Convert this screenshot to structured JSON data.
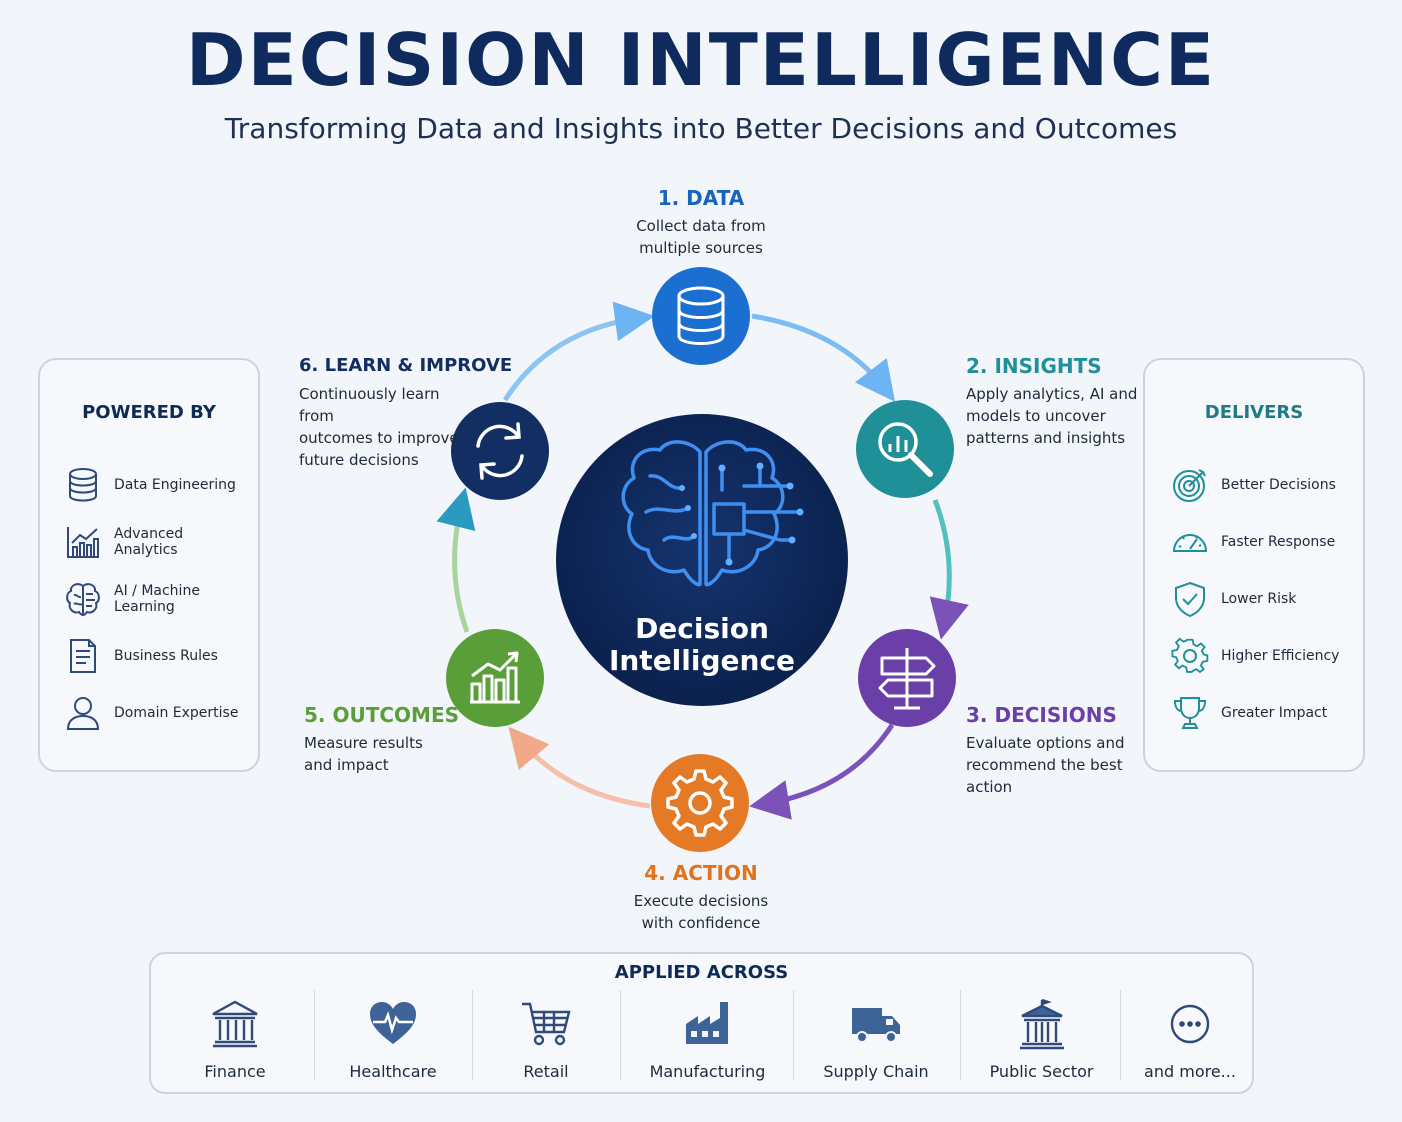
{
  "title": "DECISION INTELLIGENCE",
  "subtitle": "Transforming Data and Insights into Better Decisions and Outcomes",
  "center": {
    "line1": "Decision",
    "line2": "Intelligence"
  },
  "steps": [
    {
      "head": "1. DATA",
      "desc": [
        "Collect data from",
        "multiple sources"
      ],
      "color": "#1565c0",
      "icon": "database-icon"
    },
    {
      "head": "2. INSIGHTS",
      "desc": [
        "Apply analytics, AI and",
        "models to uncover",
        "patterns and insights"
      ],
      "color": "#1f8f98",
      "icon": "magnifier-chart-icon"
    },
    {
      "head": "3. DECISIONS",
      "desc": [
        "Evaluate options and",
        "recommend the best",
        "action"
      ],
      "color": "#6a3fa8",
      "icon": "signpost-icon"
    },
    {
      "head": "4. ACTION",
      "desc": [
        "Execute decisions",
        "with confidence"
      ],
      "color": "#e2731e",
      "icon": "gear-icon"
    },
    {
      "head": "5. OUTCOMES",
      "desc": [
        "Measure results",
        "and impact"
      ],
      "color": "#5a9e3a",
      "icon": "growth-chart-icon"
    },
    {
      "head": "6. LEARN & IMPROVE",
      "desc": [
        "Continuously learn from",
        "outcomes to improve",
        "future decisions"
      ],
      "color": "#132e63",
      "icon": "refresh-icon"
    }
  ],
  "powered_by": {
    "title": "POWERED BY",
    "items": [
      {
        "label": "Data Engineering",
        "icon": "database-icon"
      },
      {
        "label": "Advanced Analytics",
        "icon": "analytics-chart-icon"
      },
      {
        "label": "AI / Machine Learning",
        "icon": "brain-icon"
      },
      {
        "label": "Business Rules",
        "icon": "document-icon"
      },
      {
        "label": "Domain Expertise",
        "icon": "person-icon"
      }
    ]
  },
  "delivers": {
    "title": "DELIVERS",
    "items": [
      {
        "label": "Better Decisions",
        "icon": "target-icon"
      },
      {
        "label": "Faster Response",
        "icon": "speedometer-icon"
      },
      {
        "label": "Lower Risk",
        "icon": "shield-check-icon"
      },
      {
        "label": "Higher Efficiency",
        "icon": "gear-icon"
      },
      {
        "label": "Greater Impact",
        "icon": "trophy-icon"
      }
    ]
  },
  "applied_across": {
    "title": "APPLIED ACROSS",
    "items": [
      {
        "label": "Finance",
        "icon": "bank-icon"
      },
      {
        "label": "Healthcare",
        "icon": "heart-pulse-icon"
      },
      {
        "label": "Retail",
        "icon": "cart-icon"
      },
      {
        "label": "Manufacturing",
        "icon": "factory-icon"
      },
      {
        "label": "Supply Chain",
        "icon": "truck-icon"
      },
      {
        "label": "Public Sector",
        "icon": "government-building-icon"
      },
      {
        "label": "and more...",
        "icon": "more-icon"
      }
    ]
  },
  "colors": {
    "navy": "#0f2a5c",
    "data_blue": "#1a6fd0",
    "insights_teal": "#1f8f98",
    "decisions_purple": "#6a3fa8",
    "action_orange": "#e57a26",
    "outcomes_green": "#5a9e3a",
    "learn_navy": "#132e63",
    "icon_slate": "#2f4a78"
  }
}
